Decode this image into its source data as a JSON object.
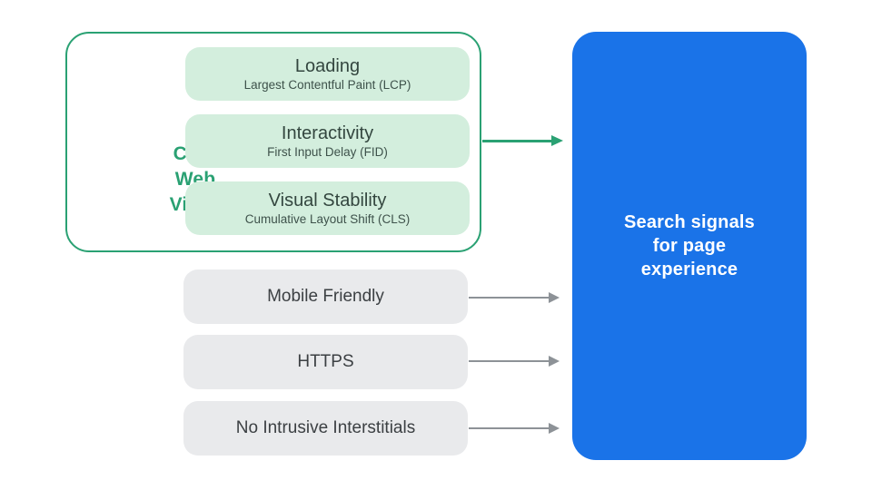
{
  "colors": {
    "green": "#2aa173",
    "green_light": "#d3eedd",
    "green_text": "#33463f",
    "gray_pill": "#e9eaec",
    "gray_text": "#3c4043",
    "arrow_gray": "#8d9297",
    "blue": "#1a73e8",
    "white": "#ffffff"
  },
  "core_web_vitals": {
    "label_lines": [
      "Core",
      "Web",
      "Vitals"
    ],
    "items": [
      {
        "title": "Loading",
        "subtitle": "Largest Contentful Paint (LCP)"
      },
      {
        "title": "Interactivity",
        "subtitle": "First Input Delay (FID)"
      },
      {
        "title": "Visual Stability",
        "subtitle": "Cumulative Layout Shift (CLS)"
      }
    ]
  },
  "other_signals": [
    {
      "label": "Mobile Friendly"
    },
    {
      "label": "HTTPS"
    },
    {
      "label": "No Intrusive Interstitials"
    }
  ],
  "result_box": {
    "lines": [
      "Search signals",
      "for page",
      "experience"
    ]
  }
}
